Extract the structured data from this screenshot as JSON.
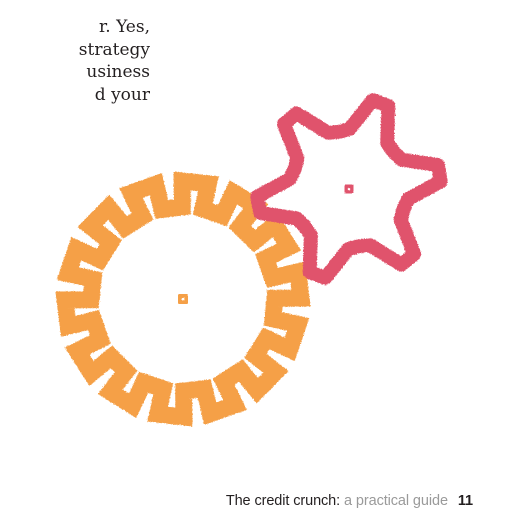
{
  "body_text": {
    "lines": [
      "r. Yes,",
      "strategy",
      "usiness",
      "d your"
    ]
  },
  "illustration": {
    "icons": [
      "large-gear-icon",
      "small-gear-icon"
    ],
    "colors": {
      "large_gear": "#f5a046",
      "small_gear": "#e0526c"
    }
  },
  "footer": {
    "title": "The credit crunch:",
    "subtitle": "a practical guide",
    "page_number": "11"
  }
}
